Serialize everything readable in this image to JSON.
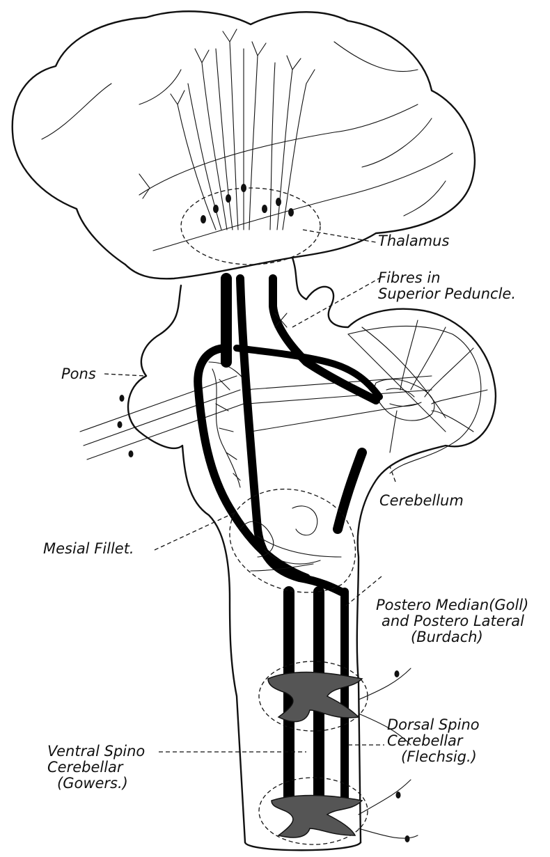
{
  "labels": {
    "thalamus": "Thalamus",
    "fibres_line1": "Fibres in",
    "fibres_line2": "Superior Peduncle.",
    "pons": "Pons",
    "cerebellum": "Cerebellum",
    "mesial_fillet": "Mesial Fillet.",
    "postero_line1": "Postero Median(Goll)",
    "postero_line2": "and Postero Lateral",
    "postero_line3": "(Burdach)",
    "dorsal_line1": "Dorsal Spino",
    "dorsal_line2": "Cerebellar",
    "dorsal_line3": "(Flechsig.)",
    "ventral_line1": "Ventral Spino",
    "ventral_line2": "Cerebellar",
    "ventral_line3": "(Gowers.)"
  },
  "colors": {
    "ink": "#111111",
    "paper": "#ffffff",
    "hatch": "#555555"
  }
}
